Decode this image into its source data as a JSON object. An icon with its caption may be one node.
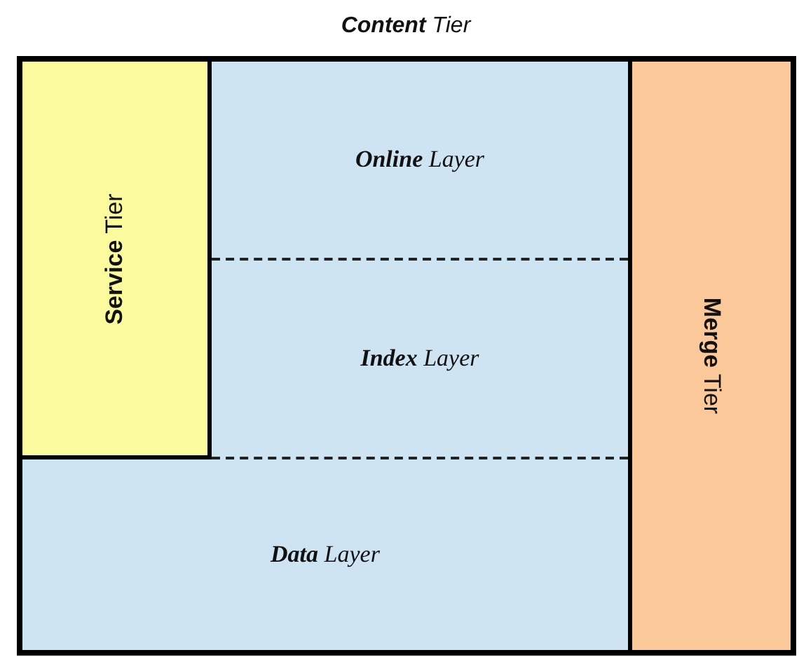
{
  "diagram": {
    "nodes": [
      {
        "text": [
          "**Content** Tier"
        ]
      },
      {
        "text": [
          "**Service** Tier"
        ],
        "in": 0
      },
      {
        "text": [
          "**Online** Layer"
        ],
        "in": 0
      },
      {
        "text": [
          "**Index** Layer"
        ],
        "in": 0
      },
      {
        "text": [
          "**Data** Layer"
        ],
        "in": 0
      },
      {
        "text": [
          "**Merge** Tier"
        ],
        "in": 0
      }
    ]
  }
}
